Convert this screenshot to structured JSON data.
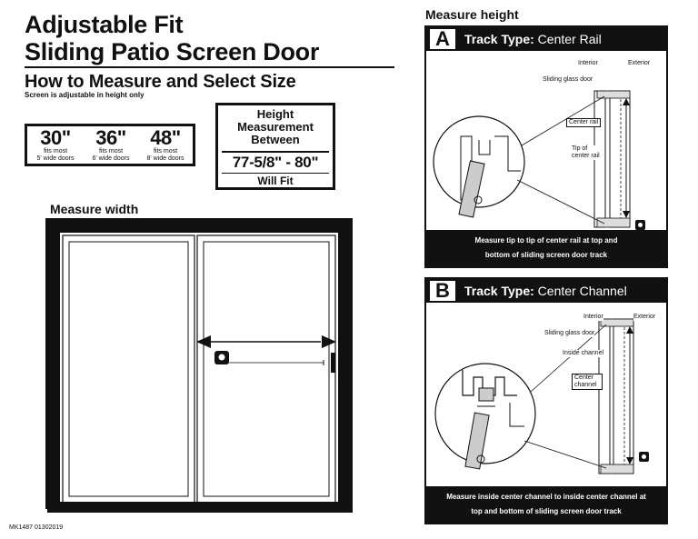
{
  "header": {
    "title_line1": "Adjustable Fit",
    "title_line2": "Sliding Patio Screen Door",
    "subtitle": "How to Measure and Select Size",
    "subnote": "Screen is adjustable in height only"
  },
  "sizes": [
    {
      "size": "30\"",
      "fits": "fits most",
      "doors": "5' wide doors"
    },
    {
      "size": "36\"",
      "fits": "fits most",
      "doors": "6' wide doors"
    },
    {
      "size": "48\"",
      "fits": "fits most",
      "doors": "8' wide doors"
    }
  ],
  "height_box": {
    "line1": "Height",
    "line2": "Measurement",
    "line3": "Between",
    "range": "77-5/8\" - 80\"",
    "fit": "Will Fit"
  },
  "measure_width": {
    "label": "Measure width"
  },
  "measure_height": {
    "label": "Measure height"
  },
  "panel_a": {
    "letter": "A",
    "title_prefix": "Track Type:",
    "title_name": "Center Rail",
    "interior": "Interior",
    "exterior": "Exterior",
    "glass": "Sliding glass door",
    "center_rail": "Center rail",
    "tip": "Tip of center rail",
    "footer_line1": "Measure tip to tip of center rail at top and",
    "footer_line2": "bottom of sliding screen door track"
  },
  "panel_b": {
    "letter": "B",
    "title_prefix": "Track Type:",
    "title_name": "Center Channel",
    "interior": "Interior",
    "exterior": "Exterior",
    "glass": "Sliding glass door",
    "inside_channel": "Inside channel",
    "center_channel": "Center channel",
    "footer_line1": "Measure inside center channel to inside center channel at",
    "footer_line2": "top and bottom of sliding screen door track"
  },
  "footer": {
    "code": "MK1487 01302019"
  }
}
